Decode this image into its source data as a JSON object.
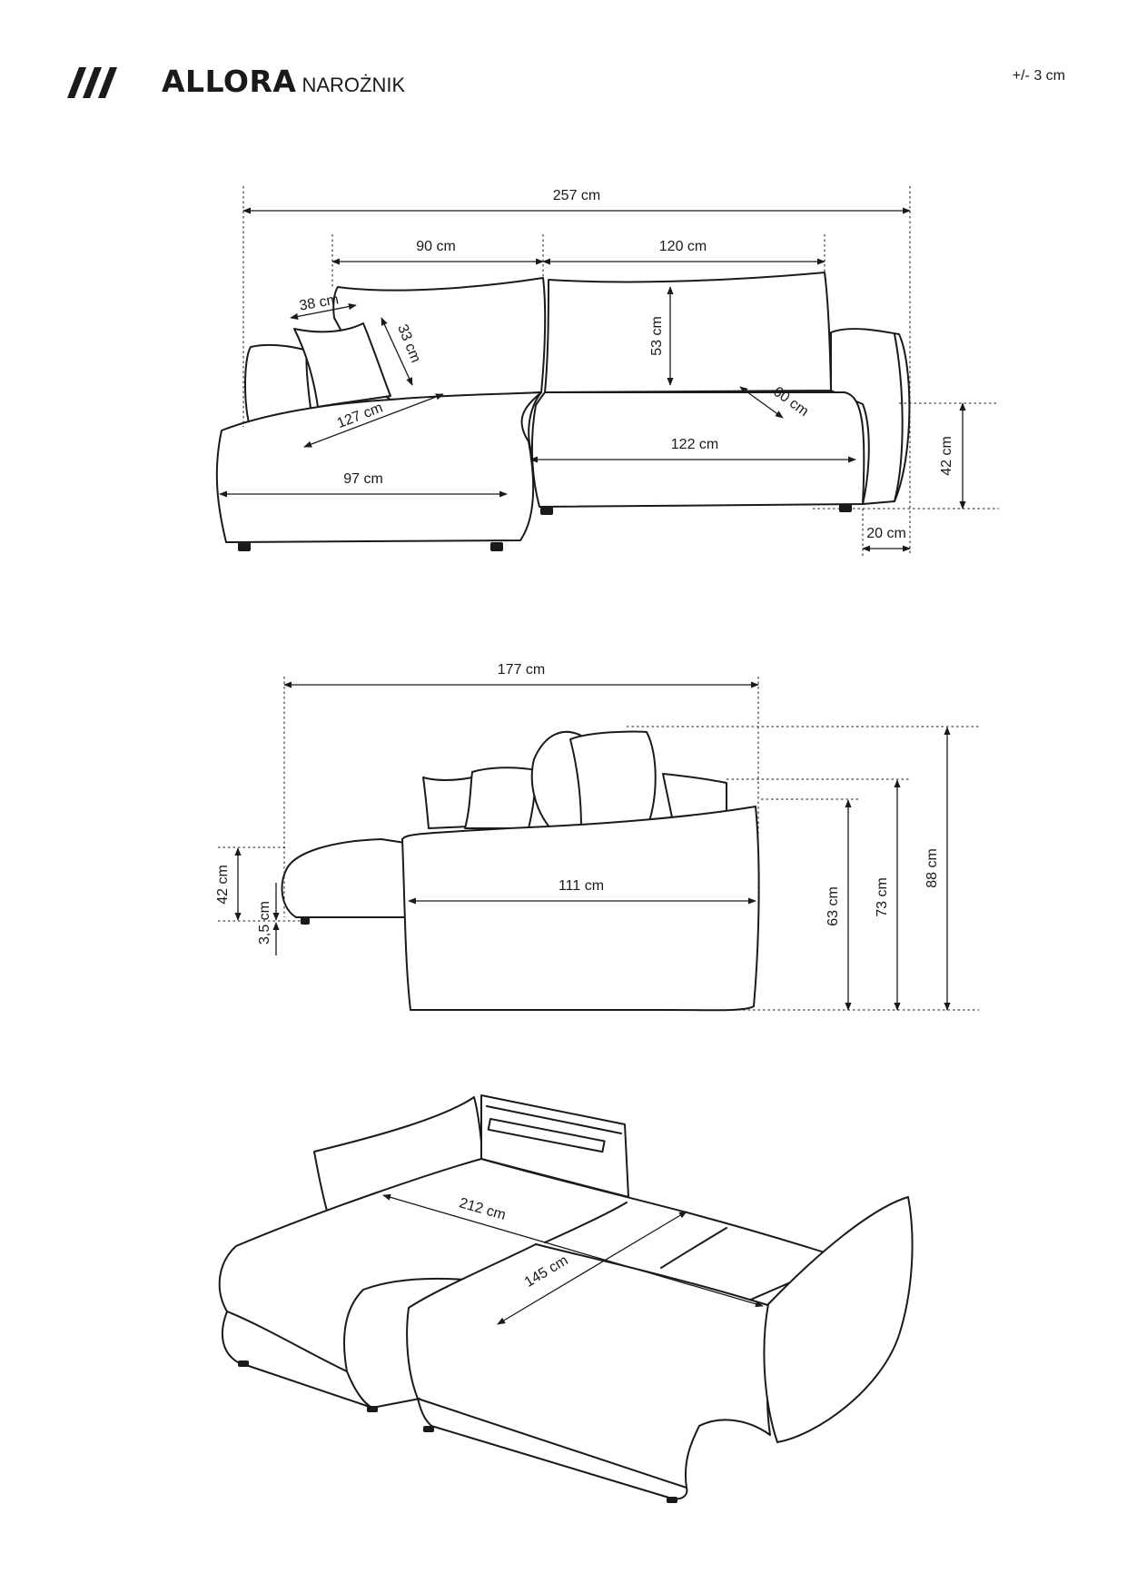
{
  "header": {
    "brand": "ALLORA",
    "subtitle": "NAROŻNIK",
    "tolerance": "+/- 3 cm"
  },
  "views": {
    "front": {
      "total_width": "257 cm",
      "chaise_back_width": "90 cm",
      "sofa_back_width": "120 cm",
      "pillow_width": "38 cm",
      "pillow_height": "33 cm",
      "back_cushion_height": "53 cm",
      "chaise_length": "127 cm",
      "seat_depth": "60 cm",
      "seat_width": "122 cm",
      "chaise_width": "97 cm",
      "seat_height": "42 cm",
      "armrest_width": "20 cm"
    },
    "side": {
      "total_depth": "177 cm",
      "cushion_width": "111 cm",
      "seat_height": "42 cm",
      "leg_height": "3,5 cm",
      "armrest_height": "63 cm",
      "back_height": "73 cm",
      "total_height": "88 cm"
    },
    "bed": {
      "bed_length": "212 cm",
      "bed_width": "145 cm"
    }
  }
}
